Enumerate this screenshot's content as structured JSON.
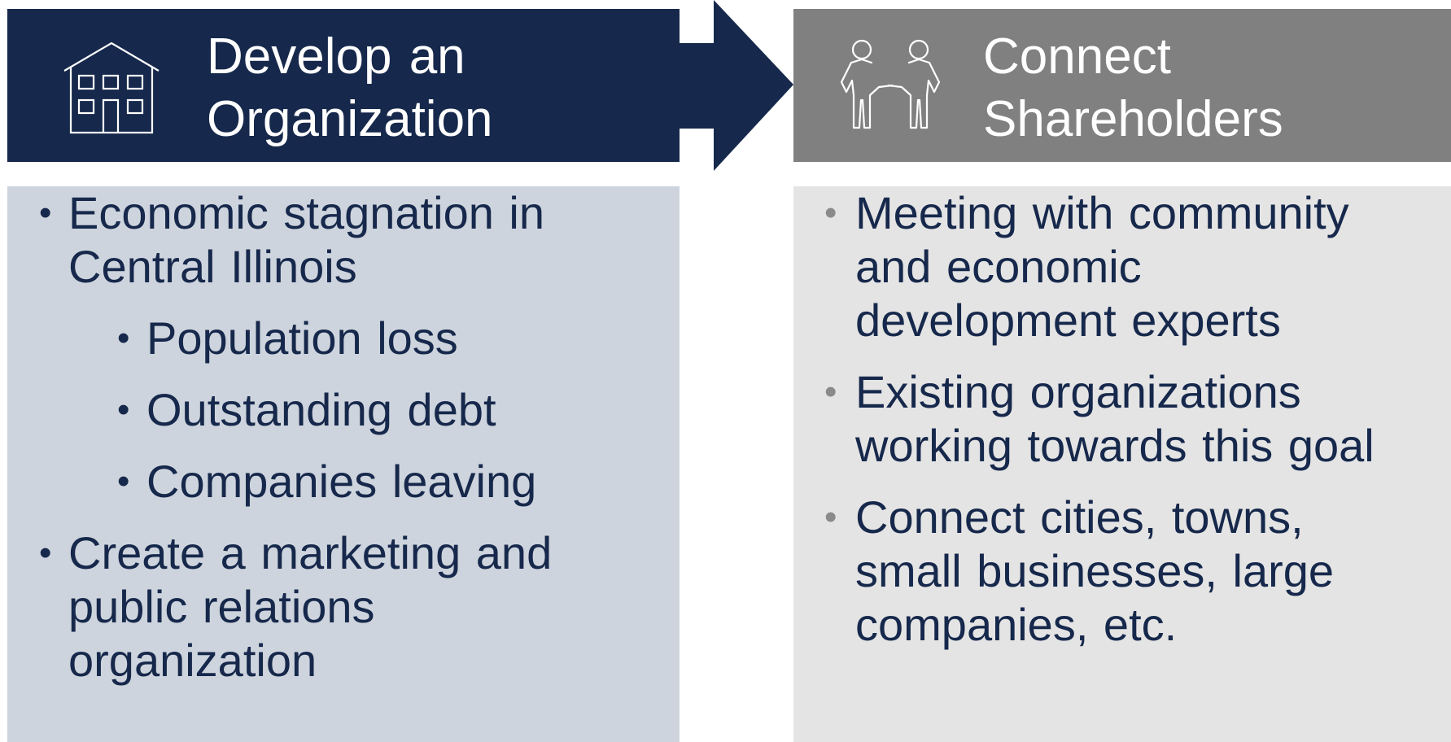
{
  "flow": {
    "step1": {
      "title_line1": "Develop an",
      "title_line2": "Organization",
      "icon": "building-icon",
      "color": "#16284b"
    },
    "step2": {
      "title_line1": "Connect",
      "title_line2": "Shareholders",
      "icon": "handshake-people-icon",
      "color": "#808080"
    },
    "connector": "arrow-right"
  },
  "left_panel": {
    "background": "#ced4dd",
    "items": [
      {
        "line1": "Economic stagnation in",
        "line2": "Central Illinois"
      },
      {
        "text": "Population loss"
      },
      {
        "text": "Outstanding debt"
      },
      {
        "text": "Companies leaving"
      },
      {
        "line1": "Create a marketing and",
        "line2": "public relations",
        "line3": "organization"
      }
    ]
  },
  "right_panel": {
    "background": "#e4e4e4",
    "items": [
      {
        "line1": "Meeting with community",
        "line2": "and economic",
        "line3": "development experts"
      },
      {
        "line1": "Existing organizations",
        "line2": "working towards this goal"
      },
      {
        "line1": "Connect cities, towns,",
        "line2": "small businesses, large",
        "line3": "companies, etc."
      }
    ]
  }
}
